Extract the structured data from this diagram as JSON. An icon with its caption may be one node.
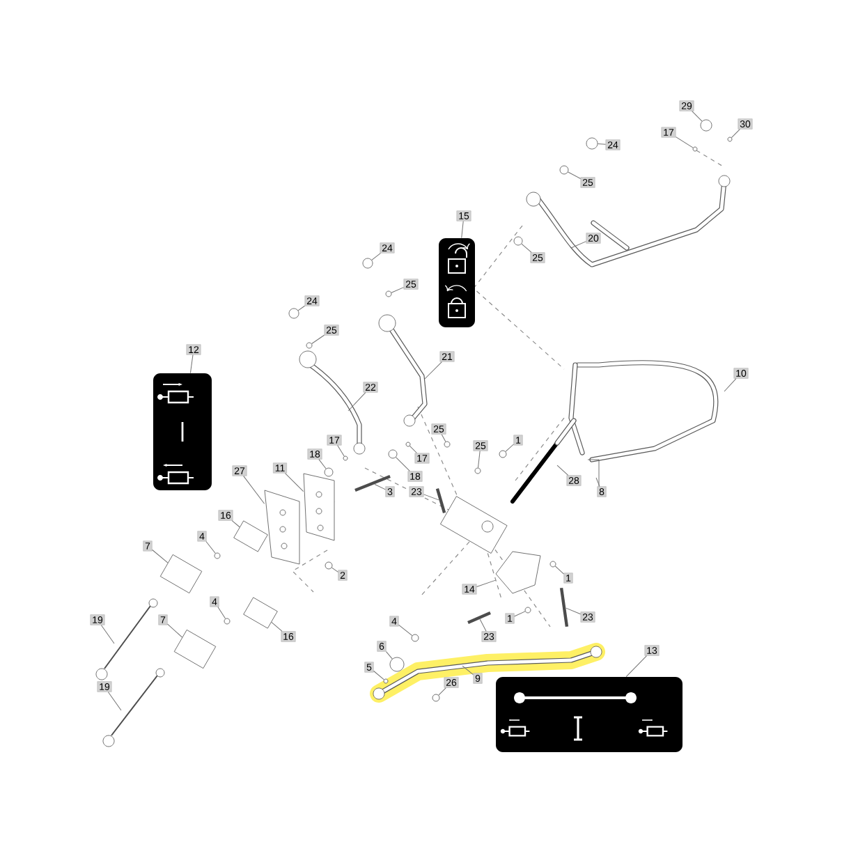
{
  "diagram": {
    "nodes": [
      {
        "text": [
          "29"
        ]
      },
      {
        "text": [
          "30"
        ]
      },
      {
        "text": [
          "17"
        ]
      },
      {
        "text": [
          "24"
        ]
      },
      {
        "text": [
          "25"
        ]
      },
      {
        "text": [
          "15"
        ]
      },
      {
        "text": [],
        "shape": "picture"
      },
      {
        "text": [
          "24"
        ]
      },
      {
        "text": [
          "20"
        ]
      },
      {
        "text": [
          "25"
        ]
      },
      {
        "text": [
          "25"
        ]
      },
      {
        "text": [
          "24"
        ]
      },
      {
        "text": [
          "25"
        ]
      },
      {
        "text": [
          "12"
        ]
      },
      {
        "text": [],
        "shape": "picture"
      },
      {
        "text": [
          "21"
        ]
      },
      {
        "text": [
          "10"
        ]
      },
      {
        "text": [
          "22"
        ]
      },
      {
        "text": [
          "25"
        ]
      },
      {
        "text": [
          "1"
        ]
      },
      {
        "text": [
          "17"
        ]
      },
      {
        "text": [
          "25"
        ]
      },
      {
        "text": [
          "18"
        ]
      },
      {
        "text": [
          "17"
        ]
      },
      {
        "text": [
          "18"
        ]
      },
      {
        "text": [
          "27"
        ]
      },
      {
        "text": [
          "11"
        ]
      },
      {
        "text": [
          "28"
        ]
      },
      {
        "text": [
          "8"
        ]
      },
      {
        "text": [
          "3"
        ]
      },
      {
        "text": [
          "23"
        ]
      },
      {
        "text": [
          "16"
        ]
      },
      {
        "text": [
          "4"
        ]
      },
      {
        "text": [
          "7"
        ]
      },
      {
        "text": [
          "2"
        ]
      },
      {
        "text": [
          "1"
        ]
      },
      {
        "text": [
          "14"
        ]
      },
      {
        "text": [
          "4"
        ]
      },
      {
        "text": [
          "1"
        ]
      },
      {
        "text": [
          "23"
        ]
      },
      {
        "text": [
          "19"
        ]
      },
      {
        "text": [
          "4"
        ]
      },
      {
        "text": [
          "16"
        ]
      },
      {
        "text": [
          "7"
        ]
      },
      {
        "text": [
          "23"
        ]
      },
      {
        "text": [
          "6"
        ]
      },
      {
        "text": [
          "13"
        ]
      },
      {
        "text": [
          "5"
        ]
      },
      {
        "text": [
          "9"
        ]
      },
      {
        "text": [
          "26"
        ]
      },
      {
        "text": [
          "19"
        ]
      },
      {
        "text": [],
        "shape": "picture"
      },
      {
        "text": [],
        "shape": "circle"
      },
      {
        "text": [],
        "shape": "circle"
      },
      {
        "text": [],
        "shape": "circle"
      },
      {
        "text": [],
        "shape": "circle"
      },
      {
        "text": [],
        "shape": "circle"
      },
      {
        "text": [],
        "shape": "circle"
      },
      {
        "text": [],
        "shape": "circle"
      },
      {
        "text": [],
        "shape": "circle"
      },
      {
        "text": [],
        "shape": "circle"
      },
      {
        "text": [],
        "shape": "circle"
      },
      {
        "text": [],
        "shape": "circle"
      },
      {
        "text": [],
        "shape": "circle"
      },
      {
        "text": [],
        "shape": "circle"
      },
      {
        "text": [],
        "shape": "circle"
      },
      {
        "text": [],
        "shape": "circle"
      },
      {
        "text": [],
        "shape": "circle"
      },
      {
        "text": [],
        "shape": "circle"
      },
      {
        "text": [],
        "shape": "circle"
      },
      {
        "text": [],
        "shape": "circle"
      },
      {
        "text": [],
        "shape": "circle"
      },
      {
        "text": [],
        "shape": "circle"
      },
      {
        "text": [],
        "shape": "circle"
      },
      {
        "text": [],
        "shape": "circle"
      },
      {
        "text": [],
        "shape": "circle"
      },
      {
        "text": [],
        "shape": "circle"
      },
      {
        "text": [],
        "shape": "bar"
      },
      {
        "text": [],
        "shape": "bar"
      },
      {
        "text": [],
        "shape": "bar"
      },
      {
        "text": [],
        "shape": "bar"
      },
      {
        "text": [],
        "shape": "circle"
      },
      {
        "text": [],
        "shape": "picture"
      },
      {
        "text": [],
        "shape": "picture"
      },
      {
        "text": [],
        "shape": "picture"
      },
      {
        "text": [],
        "shape": "box"
      },
      {
        "text": [],
        "shape": "box"
      },
      {
        "text": [],
        "shape": "box"
      },
      {
        "text": [],
        "shape": "box"
      }
    ],
    "edges": [
      {
        "from": 0,
        "to": 52,
        "arrow": "none"
      },
      {
        "from": 1,
        "to": 53,
        "arrow": "none"
      },
      {
        "from": 2,
        "to": 54,
        "arrow": "none"
      },
      {
        "from": 3,
        "to": 55,
        "arrow": "none"
      },
      {
        "from": 4,
        "to": 56,
        "arrow": "none"
      },
      {
        "from": 5,
        "to": 6,
        "arrow": "none"
      },
      {
        "from": 7,
        "to": 57,
        "arrow": "none"
      },
      {
        "from": 8,
        "to": null,
        "arrow": "none"
      },
      {
        "from": 9,
        "to": 58,
        "arrow": "none"
      },
      {
        "from": 10,
        "to": 59,
        "arrow": "none"
      },
      {
        "from": 11,
        "to": 60,
        "arrow": "none"
      },
      {
        "from": 12,
        "to": 61,
        "arrow": "none"
      },
      {
        "from": 13,
        "to": 14,
        "arrow": "none"
      },
      {
        "from": 15,
        "to": null,
        "arrow": "none"
      },
      {
        "from": 16,
        "to": null,
        "arrow": "none"
      },
      {
        "from": 17,
        "to": null,
        "arrow": "none"
      },
      {
        "from": 18,
        "to": 62,
        "arrow": "none"
      },
      {
        "from": 19,
        "to": 81,
        "arrow": "none"
      },
      {
        "from": 20,
        "to": 63,
        "arrow": "none"
      },
      {
        "from": 21,
        "to": 64,
        "arrow": "none"
      },
      {
        "from": 22,
        "to": 65,
        "arrow": "none"
      },
      {
        "from": 23,
        "to": 66,
        "arrow": "none"
      },
      {
        "from": 24,
        "to": 67,
        "arrow": "none"
      },
      {
        "from": 25,
        "to": 82,
        "arrow": "none"
      },
      {
        "from": 26,
        "to": 83,
        "arrow": "none"
      },
      {
        "from": 27,
        "to": null,
        "arrow": "none"
      },
      {
        "from": 28,
        "to": null,
        "arrow": "none"
      },
      {
        "from": 29,
        "to": 77,
        "arrow": "none"
      },
      {
        "from": 30,
        "to": 78,
        "arrow": "none"
      },
      {
        "from": 31,
        "to": 85,
        "arrow": "none"
      },
      {
        "from": 32,
        "to": 68,
        "arrow": "none"
      },
      {
        "from": 33,
        "to": 87,
        "arrow": "none"
      },
      {
        "from": 34,
        "to": 69,
        "arrow": "none"
      },
      {
        "from": 35,
        "to": 70,
        "arrow": "none"
      },
      {
        "from": 36,
        "to": 84,
        "arrow": "none"
      },
      {
        "from": 37,
        "to": 71,
        "arrow": "none"
      },
      {
        "from": 38,
        "to": 72,
        "arrow": "none"
      },
      {
        "from": 39,
        "to": 79,
        "arrow": "none"
      },
      {
        "from": 40,
        "to": null,
        "arrow": "none"
      },
      {
        "from": 41,
        "to": 73,
        "arrow": "none"
      },
      {
        "from": 42,
        "to": 86,
        "arrow": "none"
      },
      {
        "from": 43,
        "to": 88,
        "arrow": "none"
      },
      {
        "from": 44,
        "to": 80,
        "arrow": "none"
      },
      {
        "from": 45,
        "to": 76,
        "arrow": "none"
      },
      {
        "from": 46,
        "to": 51,
        "arrow": "none"
      },
      {
        "from": 47,
        "to": 74,
        "arrow": "none"
      },
      {
        "from": 48,
        "to": null,
        "arrow": "none"
      },
      {
        "from": 49,
        "to": 75,
        "arrow": "none"
      },
      {
        "from": 50,
        "to": null,
        "arrow": "none"
      }
    ]
  }
}
